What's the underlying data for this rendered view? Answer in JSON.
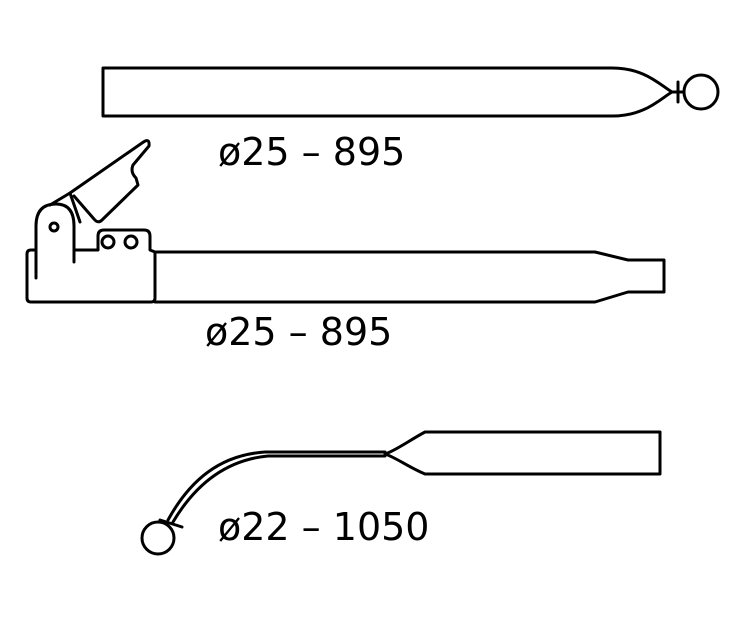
{
  "parts": [
    {
      "label": "ø25 – 895",
      "description_text": ""
    },
    {
      "label": "ø25 – 895"
    },
    {
      "label": "ø22 – 1050"
    }
  ],
  "colors": {
    "line": "#000000",
    "background": "#ffffff"
  }
}
